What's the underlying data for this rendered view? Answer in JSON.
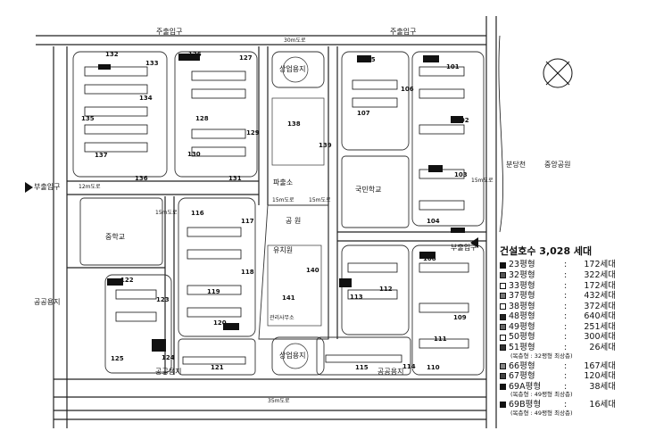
{
  "labels": {
    "entrance_top_left": "주출입구",
    "entrance_top_right": "주출입구",
    "entrance_left": "부출입구",
    "entrance_right": "부출입구",
    "commercial_top": "상업용지",
    "commercial_bottom": "상업용지",
    "elementary_school": "국민학교",
    "middle_school": "중학교",
    "park": "공 원",
    "central_park": "중앙공원",
    "stream": "분당천",
    "public_left": "공공용지",
    "public_bottom_left": "공공용지",
    "public_bottom_right": "공공용지",
    "police": "파출소",
    "kindergarten": "유치원",
    "management": "관리사무소",
    "road_top": "30m도로",
    "road_bottom": "35m도로",
    "road_left": "12m도로",
    "road_mid": "15m도로",
    "road_park": "15m도로",
    "road_right": "15m도로",
    "road_side": "15m도로"
  },
  "buildings": [
    "101",
    "102",
    "103",
    "104",
    "105",
    "106",
    "107",
    "108",
    "109",
    "110",
    "111",
    "112",
    "113",
    "114",
    "115",
    "116",
    "117",
    "118",
    "119",
    "120",
    "121",
    "122",
    "123",
    "124",
    "125",
    "126",
    "127",
    "128",
    "129",
    "130",
    "131",
    "132",
    "133",
    "134",
    "135",
    "136",
    "137",
    "138",
    "139",
    "140",
    "141"
  ],
  "legend": {
    "title": "건설호수 3,028 세대",
    "rows": [
      {
        "size": "23평형",
        "count": "172세대",
        "color": "#111111",
        "note": ""
      },
      {
        "size": "32평형",
        "count": "322세대",
        "color": "#555555",
        "note": ""
      },
      {
        "size": "33평형",
        "count": "172세대",
        "color": "#ffffff",
        "note": ""
      },
      {
        "size": "37평형",
        "count": "432세대",
        "color": "#777777",
        "note": ""
      },
      {
        "size": "38평형",
        "count": "372세대",
        "color": "#ffffff",
        "note": ""
      },
      {
        "size": "48평형",
        "count": "640세대",
        "color": "#222222",
        "note": ""
      },
      {
        "size": "49평형",
        "count": "251세대",
        "color": "#666666",
        "note": ""
      },
      {
        "size": "50평형",
        "count": "300세대",
        "color": "#ffffff",
        "note": ""
      },
      {
        "size": "51평형",
        "count": "26세대",
        "color": "#333333",
        "note": "(복층형 : 32평형 최상층)"
      },
      {
        "size": "66평형",
        "count": "167세대",
        "color": "#888888",
        "note": ""
      },
      {
        "size": "67평형",
        "count": "120세대",
        "color": "#444444",
        "note": ""
      },
      {
        "size": "69A평형",
        "count": "38세대",
        "color": "#111111",
        "note": "(복층형 : 49평형 최상층)"
      },
      {
        "size": "69B평형",
        "count": "16세대",
        "color": "#111111",
        "note": "(복층형 : 49평형 최상층)"
      }
    ]
  }
}
